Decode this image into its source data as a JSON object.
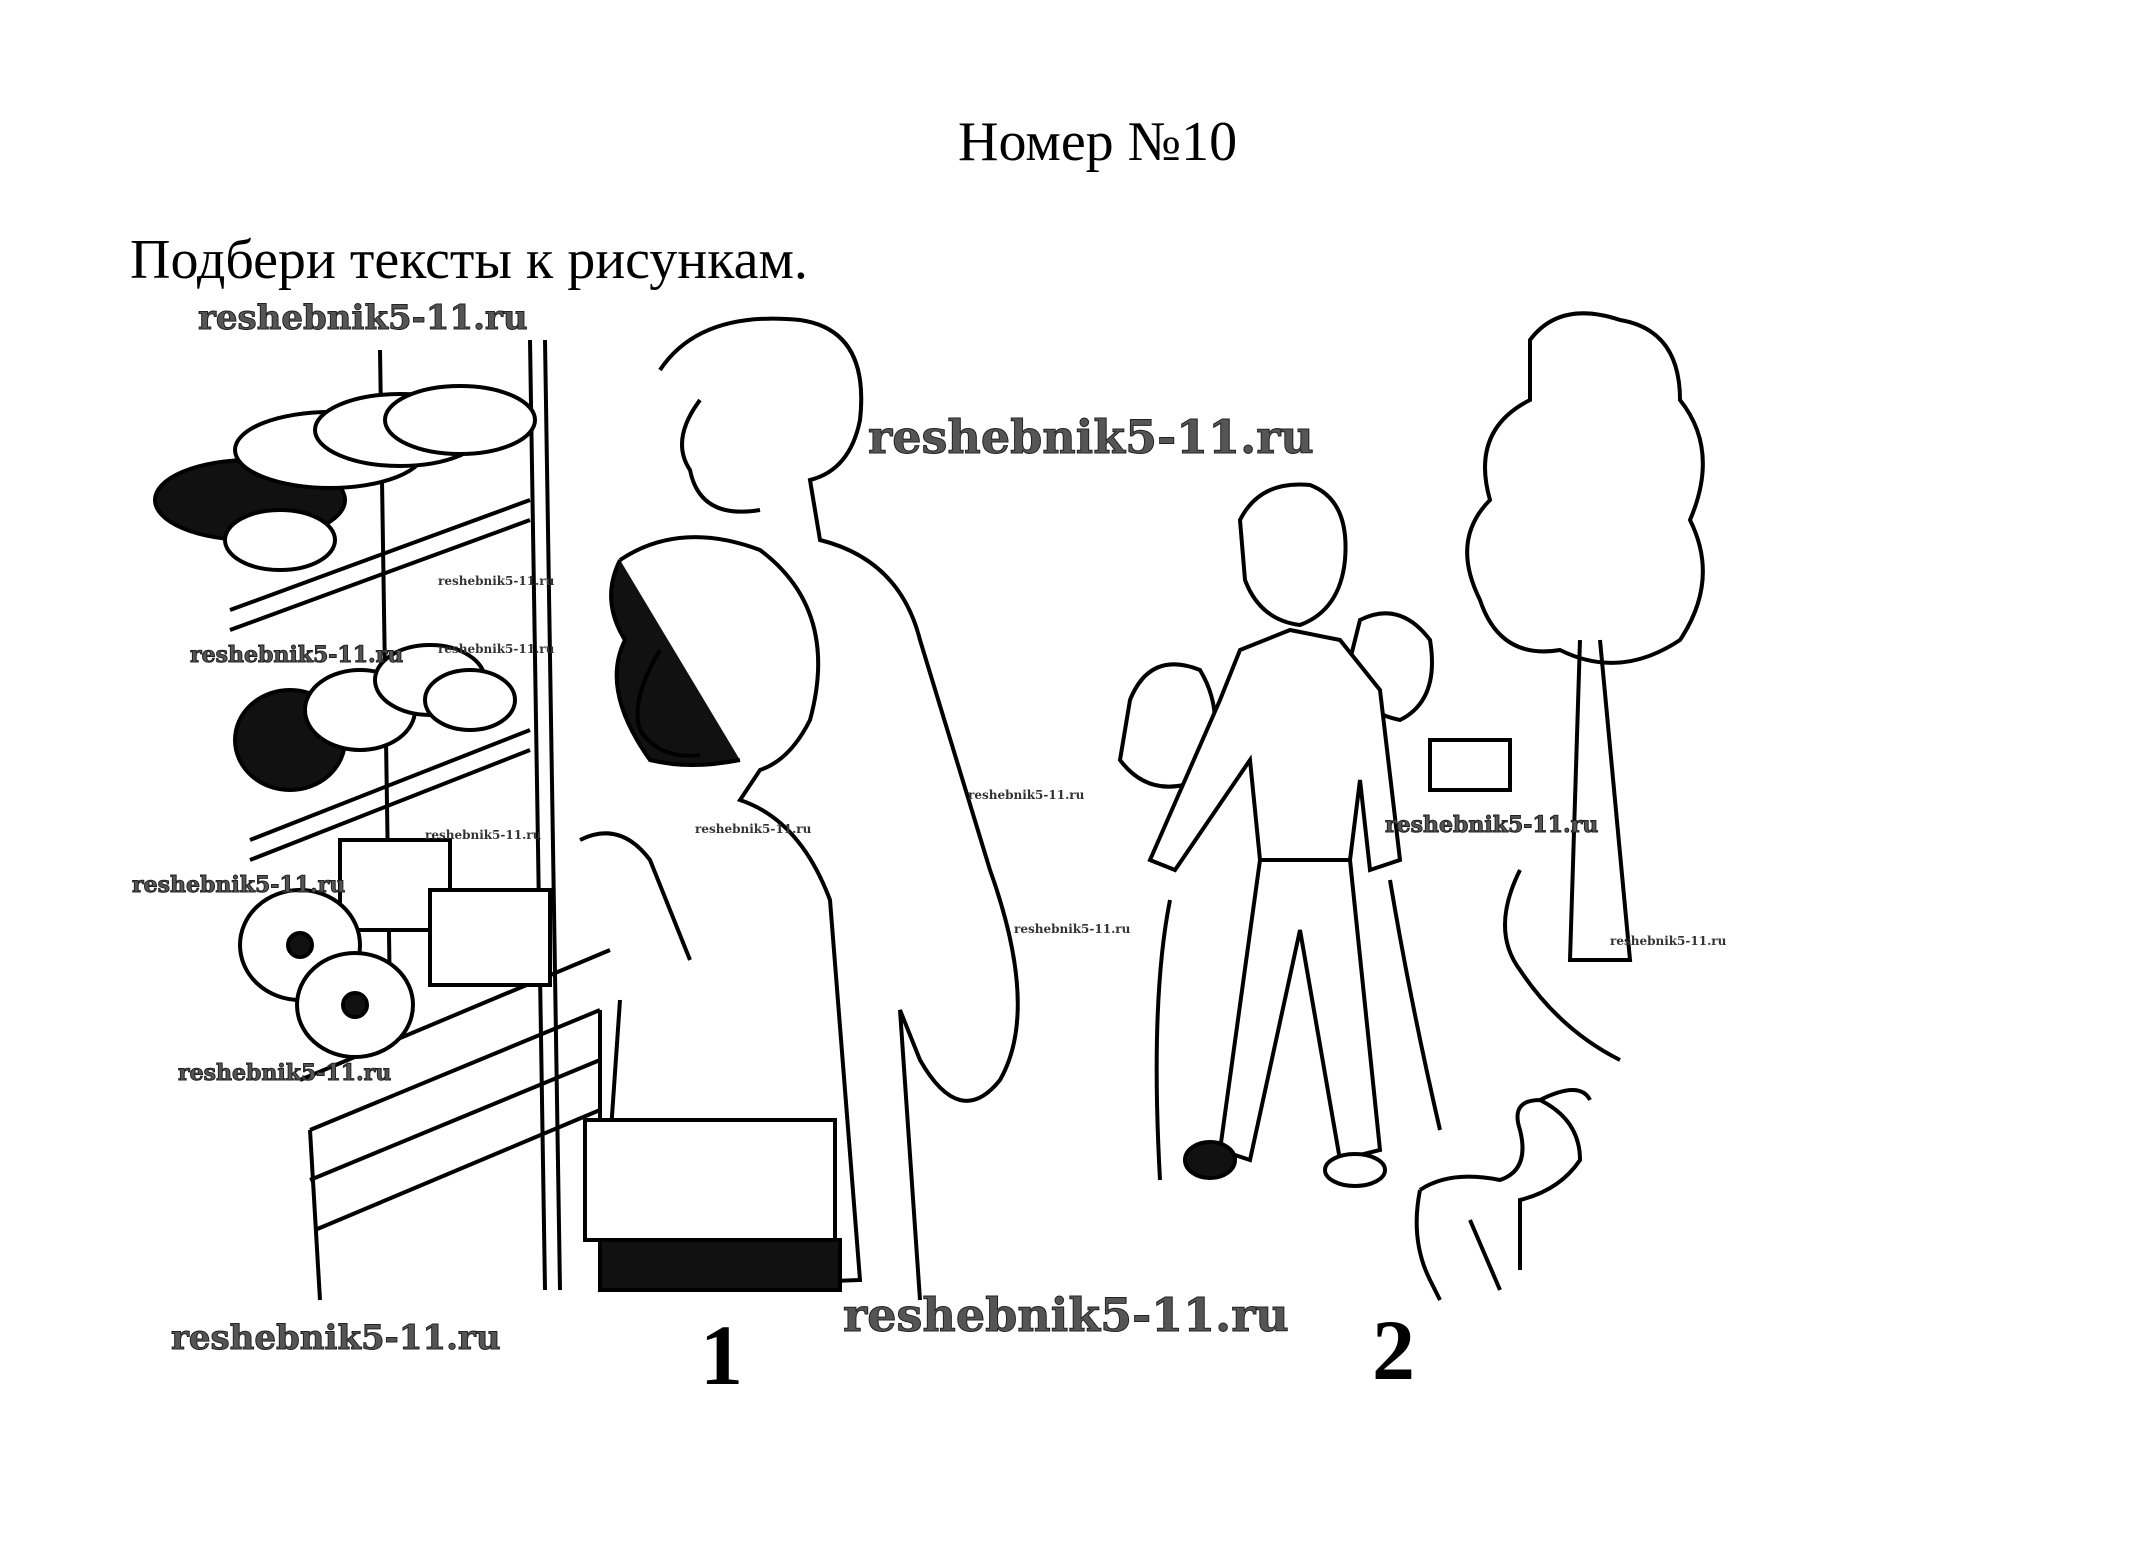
{
  "document": {
    "title": "Номер №10",
    "task": "Подбери тексты к рисункам."
  },
  "illustration": {
    "picture_1_label": "1",
    "picture_2_label": "2"
  },
  "watermarks": [
    "reshebnik5-11.ru",
    "reshebnik5-11.ru",
    "reshebnik5-11.ru",
    "reshebnik5-11.ru",
    "reshebnik5-11.ru",
    "reshebnik5-11.ru",
    "reshebnik5-11.ru",
    "reshebnik5-11.ru",
    "reshebnik5-11.ru",
    "reshebnik5-11.ru",
    "reshebnik5-11.ru",
    "reshebnik5-11.ru",
    "reshebnik5-11.ru",
    "reshebnik5-11.ru",
    "reshebnik5-11.ru"
  ]
}
